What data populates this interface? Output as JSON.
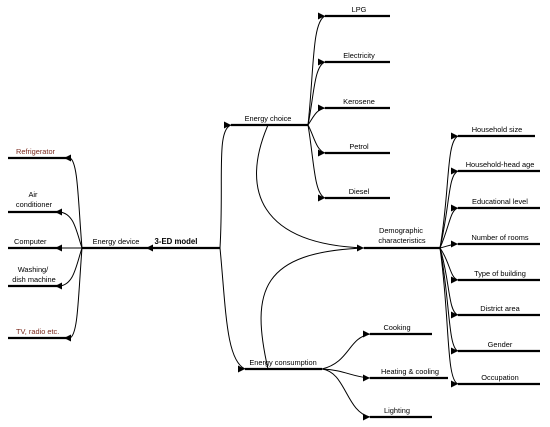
{
  "center": {
    "label": "3-ED model"
  },
  "branches": {
    "energy_device": {
      "label": "Energy device",
      "items": [
        "Refrigerator",
        "Air conditioner",
        "Computer",
        "Washing/ dish machine",
        "TV, radio etc."
      ]
    },
    "energy_choice": {
      "label": "Energy choice",
      "items": [
        "LPG",
        "Electricity",
        "Kerosene",
        "Petrol",
        "Diesel"
      ]
    },
    "energy_consumption": {
      "label": "Energy consumption",
      "items": [
        "Cooking",
        "Heating & cooling",
        "Lighting"
      ]
    },
    "demographic": {
      "label": "Demographic characteristics",
      "items": [
        "Household size",
        "Household-head age",
        "Educational level",
        "Number of rooms",
        "Type of building",
        "District area",
        "Gender",
        "Occupation"
      ]
    }
  },
  "colors": {
    "line": "#000000",
    "highlight_text": "#7a2a1e",
    "background": "#ffffff"
  }
}
